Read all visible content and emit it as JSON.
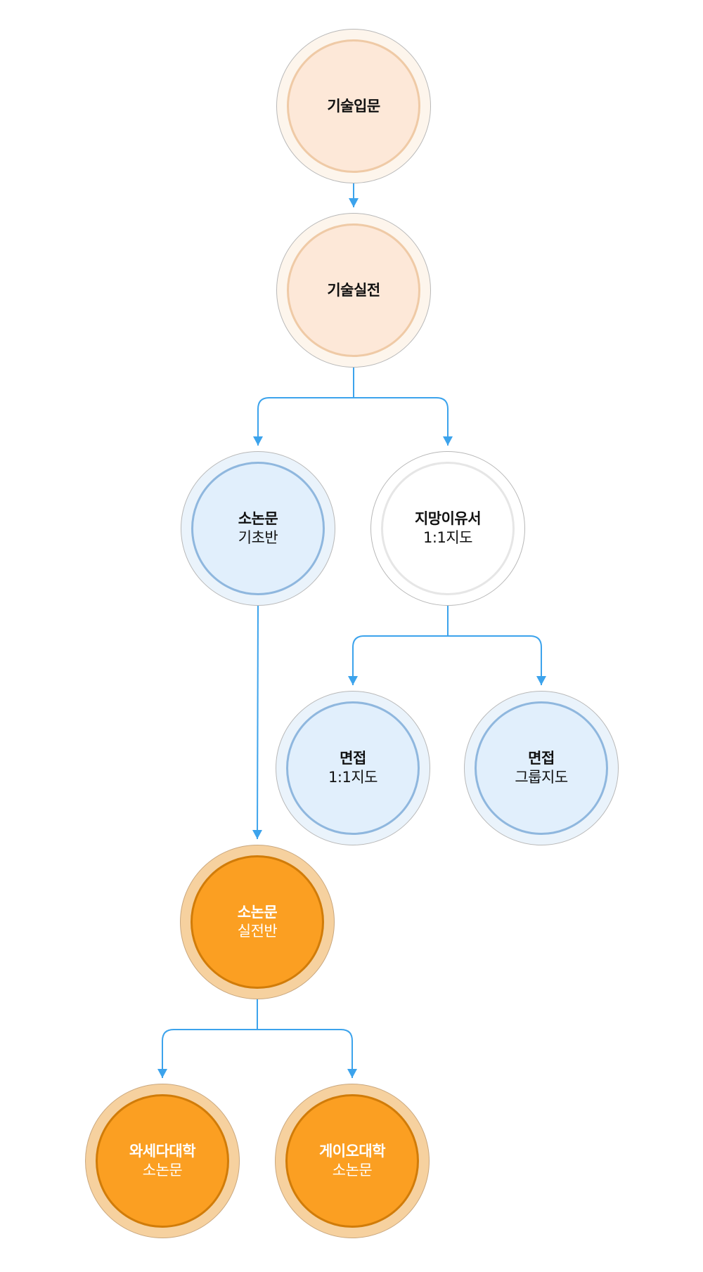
{
  "colors": {
    "connector": "#3ca3ec",
    "peach_fill": "#fde8d8",
    "blue_fill": "#e1effc",
    "orange_fill": "#fb9f22"
  },
  "nodes": [
    {
      "id": "tech-intro",
      "title": "기술입문",
      "subtitle": "",
      "style": "peach"
    },
    {
      "id": "tech-practice",
      "title": "기술실전",
      "subtitle": "",
      "style": "peach"
    },
    {
      "id": "essay-basic",
      "title": "소논문",
      "subtitle": "기초반",
      "style": "blue"
    },
    {
      "id": "motivation-letter",
      "title": "지망이유서",
      "subtitle": "1:1지도",
      "style": "white"
    },
    {
      "id": "interview-1on1",
      "title": "면접",
      "subtitle": "1:1지도",
      "style": "blue"
    },
    {
      "id": "interview-group",
      "title": "면접",
      "subtitle": "그룹지도",
      "style": "blue"
    },
    {
      "id": "essay-practice",
      "title": "소논문",
      "subtitle": "실전반",
      "style": "orange"
    },
    {
      "id": "waseda-essay",
      "title": "와세다대학",
      "subtitle": "소논문",
      "style": "orange"
    },
    {
      "id": "keio-essay",
      "title": "게이오대학",
      "subtitle": "소논문",
      "style": "orange"
    }
  ],
  "edges": [
    {
      "from": "tech-intro",
      "to": [
        "tech-practice"
      ]
    },
    {
      "from": "tech-practice",
      "to": [
        "essay-basic",
        "motivation-letter"
      ]
    },
    {
      "from": "essay-basic",
      "to": [
        "essay-practice"
      ]
    },
    {
      "from": "motivation-letter",
      "to": [
        "interview-1on1",
        "interview-group"
      ]
    },
    {
      "from": "essay-practice",
      "to": [
        "waseda-essay",
        "keio-essay"
      ]
    }
  ]
}
